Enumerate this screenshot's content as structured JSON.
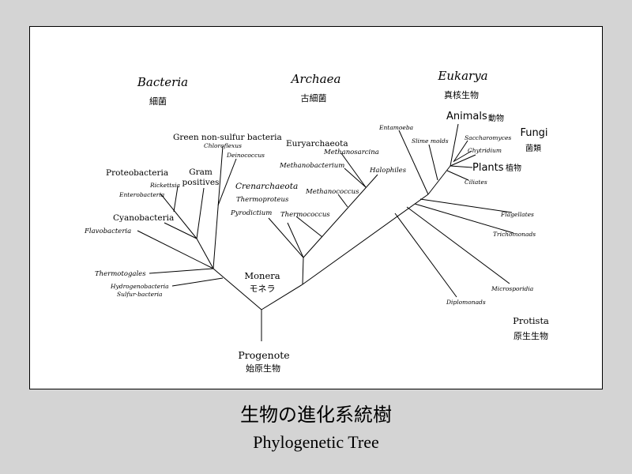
{
  "domains": {
    "bacteria": {
      "name": "Bacteria",
      "jp": "細菌"
    },
    "archaea": {
      "name": "Archaea",
      "jp": "古細菌"
    },
    "eukarya": {
      "name": "Eukarya",
      "jp": "真核生物"
    }
  },
  "groups": {
    "green_nonsulfur": "Green non-sulfur bacteria",
    "chloroflexus": "Chloroflexus",
    "deinococcus": "Deinococcus",
    "gram": "Gram",
    "positives": "positives",
    "proteobacteria": "Proteobacteria",
    "rickettsia": "Rickettsia",
    "enterobacteria": "Enterobacteria",
    "cyanobacteria": "Cyanobacteria",
    "flavobacteria": "Flavobacteria",
    "thermotogales": "Thermotogales",
    "hydrogenobacteria": "Hydrogenobacteria",
    "sulfur_bacteria": "Sulfur-bacteria",
    "euryarchaeota": "Euryarchaeota",
    "methanosarcina": "Methanosarcina",
    "methanobacterium": "Methanobacterium",
    "halophiles": "Halophiles",
    "crenarchaeota": "Crenarchaeota",
    "methanococcus": "Methanococcus",
    "thermoproteus": "Thermoproteus",
    "pyrodictium": "Pyrodictium",
    "thermococcus": "Thermococcus",
    "entamoeba": "Entamoeba",
    "slime_molds": "Slime molds",
    "animals": "Animals",
    "animals_jp": "動物",
    "saccharomyces": "Saccharomyces",
    "chytridium": "Chytridium",
    "fungi": "Fungi",
    "fungi_jp": "菌類",
    "plants": "Plants",
    "plants_jp": "植物",
    "ciliates": "Ciliates",
    "flagellates": "Flagellates",
    "trichomonads": "Trichomonads",
    "microsporidia": "Microsporidia",
    "diplomonads": "Diplomonads"
  },
  "nodes": {
    "monera": "Monera",
    "monera_jp": "モネラ",
    "protista": "Protista",
    "protista_jp": "原生生物",
    "progenote": "Progenote",
    "progenote_jp": "始原生物"
  },
  "caption": {
    "jp": "生物の進化系統樹",
    "en": "Phylogenetic Tree"
  }
}
